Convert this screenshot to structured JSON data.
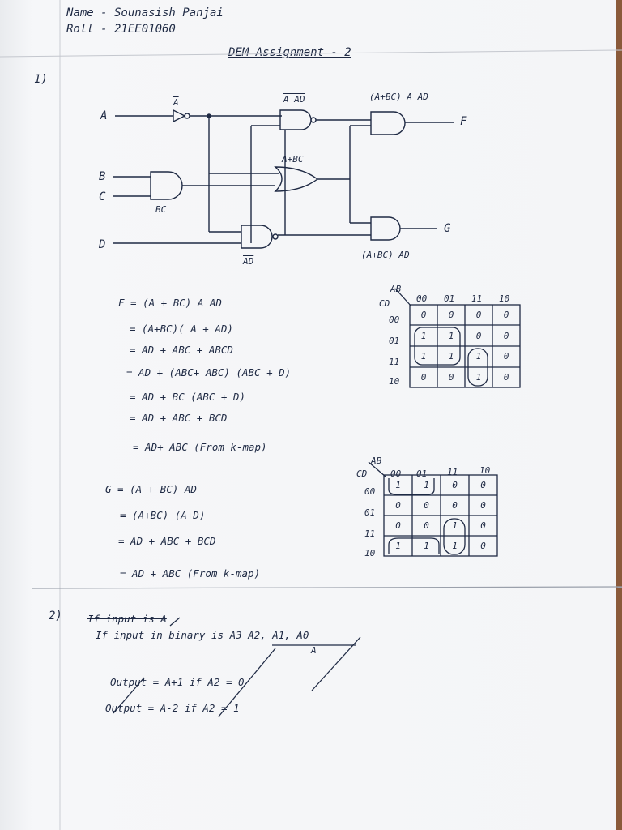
{
  "header": {
    "name": "Name - Sounasish Panjai",
    "roll": "Roll - 21EE01060",
    "title": "DEM Assignment - 2"
  },
  "q1": {
    "number": "1)",
    "circuit": {
      "input_a": "A",
      "input_b": "B",
      "input_c": "C",
      "input_d": "D",
      "output_f": "F",
      "output_g": "G",
      "lbl_not_a": "A",
      "lbl_nand_top": "A AD",
      "lbl_or": "A+BC",
      "lbl_and_bc": "BC",
      "lbl_nand_bottom": "AD",
      "lbl_f_expr": "(A+BC) A AD",
      "lbl_g_expr": "(A+BC) AD"
    },
    "f_derivation": [
      "F =  (A + BC) A AD",
      "= (A+BC)( A + AD)",
      "= AD + ABC + ABCD",
      "= AD + (ABC+ ABC) (ABC + D)",
      "= AD + BC (ABC + D)",
      "= AD + ABC + BCD",
      "= AD+ ABC   (From k-map)"
    ],
    "g_derivation": [
      "G = (A + BC) AD",
      "= (A+BC) (A+D)",
      "= AD + ABC + BCD",
      "= AD + ABC    (From k-map)"
    ],
    "kmap_f": {
      "corner_ab": "AB",
      "corner_cd": "CD",
      "cols": [
        "00",
        "01",
        "11",
        "10"
      ],
      "rows": [
        "00",
        "01",
        "11",
        "10"
      ],
      "cells": [
        [
          "0",
          "0",
          "0",
          "0"
        ],
        [
          "1",
          "1",
          "0",
          "0"
        ],
        [
          "1",
          "1",
          "1",
          "0"
        ],
        [
          "0",
          "0",
          "1",
          "0"
        ]
      ]
    },
    "kmap_g": {
      "corner_ab": "AB",
      "corner_cd": "CD",
      "cols": [
        "00",
        "01",
        "11",
        "10"
      ],
      "rows": [
        "00",
        "01",
        "11",
        "10"
      ],
      "cells": [
        [
          "1",
          "1",
          "0",
          "0"
        ],
        [
          "0",
          "0",
          "0",
          "0"
        ],
        [
          "0",
          "0",
          "1",
          "0"
        ],
        [
          "1",
          "1",
          "1",
          "0"
        ]
      ]
    }
  },
  "q2": {
    "number": "2)",
    "struck_line": "If input is A",
    "line1": "If input in binary is A3 A2, A1, A0",
    "label_a": "A",
    "out1": "Output = A+1   if  A2 = 0",
    "out2": "Output = A-2   if  A2 = 1"
  }
}
